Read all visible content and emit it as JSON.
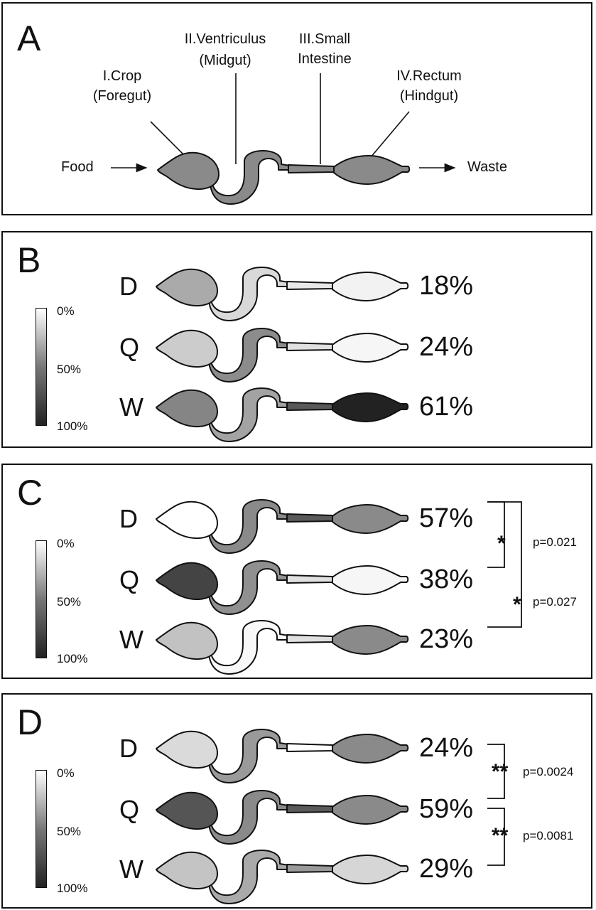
{
  "panel_a": {
    "letter": "A",
    "labels": {
      "crop_line1": "I.Crop",
      "crop_line2": "(Foregut)",
      "ventriculus_line1": "II.Ventriculus",
      "ventriculus_line2": "(Midgut)",
      "small_line1": "III.Small",
      "small_line2": "Intestine",
      "rectum_line1": "IV.Rectum",
      "rectum_line2": "(Hindgut)",
      "food": "Food",
      "waste": "Waste"
    },
    "fills": {
      "crop": "#8a8a8a",
      "mid": "#8a8a8a",
      "small": "#8a8a8a",
      "rect": "#8a8a8a"
    }
  },
  "colorbar_ticks": [
    "0%",
    "50%",
    "100%"
  ],
  "panels": [
    {
      "letter": "B",
      "rows": [
        {
          "label": "D",
          "value": "18%",
          "fills": {
            "crop": "#aaaaaa",
            "mid": "#d9d9d9",
            "small": "#e8e8e8",
            "rect": "#f2f2f2"
          }
        },
        {
          "label": "Q",
          "value": "24%",
          "fills": {
            "crop": "#cccccc",
            "mid": "#8c8c8c",
            "small": "#e0e0e0",
            "rect": "#f6f6f6"
          }
        },
        {
          "label": "W",
          "value": "61%",
          "fills": {
            "crop": "#858585",
            "mid": "#a3a3a3",
            "small": "#585858",
            "rect": "#222222"
          }
        }
      ],
      "stats": []
    },
    {
      "letter": "C",
      "rows": [
        {
          "label": "D",
          "value": "57%",
          "fills": {
            "crop": "#ffffff",
            "mid": "#8a8a8a",
            "small": "#5a5a5a",
            "rect": "#8a8a8a"
          }
        },
        {
          "label": "Q",
          "value": "38%",
          "fills": {
            "crop": "#444444",
            "mid": "#909090",
            "small": "#e0e0e0",
            "rect": "#f6f6f6"
          }
        },
        {
          "label": "W",
          "value": "23%",
          "fills": {
            "crop": "#c2c2c2",
            "mid": "#f8f8f8",
            "small": "#e0e0e0",
            "rect": "#8a8a8a"
          }
        }
      ],
      "stats": [
        {
          "stars": "*",
          "p": "p=0.021"
        },
        {
          "stars": "*",
          "p": "p=0.027"
        }
      ]
    },
    {
      "letter": "D",
      "rows": [
        {
          "label": "D",
          "value": "24%",
          "fills": {
            "crop": "#dadada",
            "mid": "#9a9a9a",
            "small": "#ffffff",
            "rect": "#8a8a8a"
          }
        },
        {
          "label": "Q",
          "value": "59%",
          "fills": {
            "crop": "#555555",
            "mid": "#8a8a8a",
            "small": "#5a5a5a",
            "rect": "#8a8a8a"
          }
        },
        {
          "label": "W",
          "value": "29%",
          "fills": {
            "crop": "#c4c4c4",
            "mid": "#aaaaaa",
            "small": "#9a9a9a",
            "rect": "#d6d6d6"
          }
        }
      ],
      "stats": [
        {
          "stars": "**",
          "p": "p=0.0024"
        },
        {
          "stars": "**",
          "p": "p=0.0081"
        }
      ]
    }
  ]
}
